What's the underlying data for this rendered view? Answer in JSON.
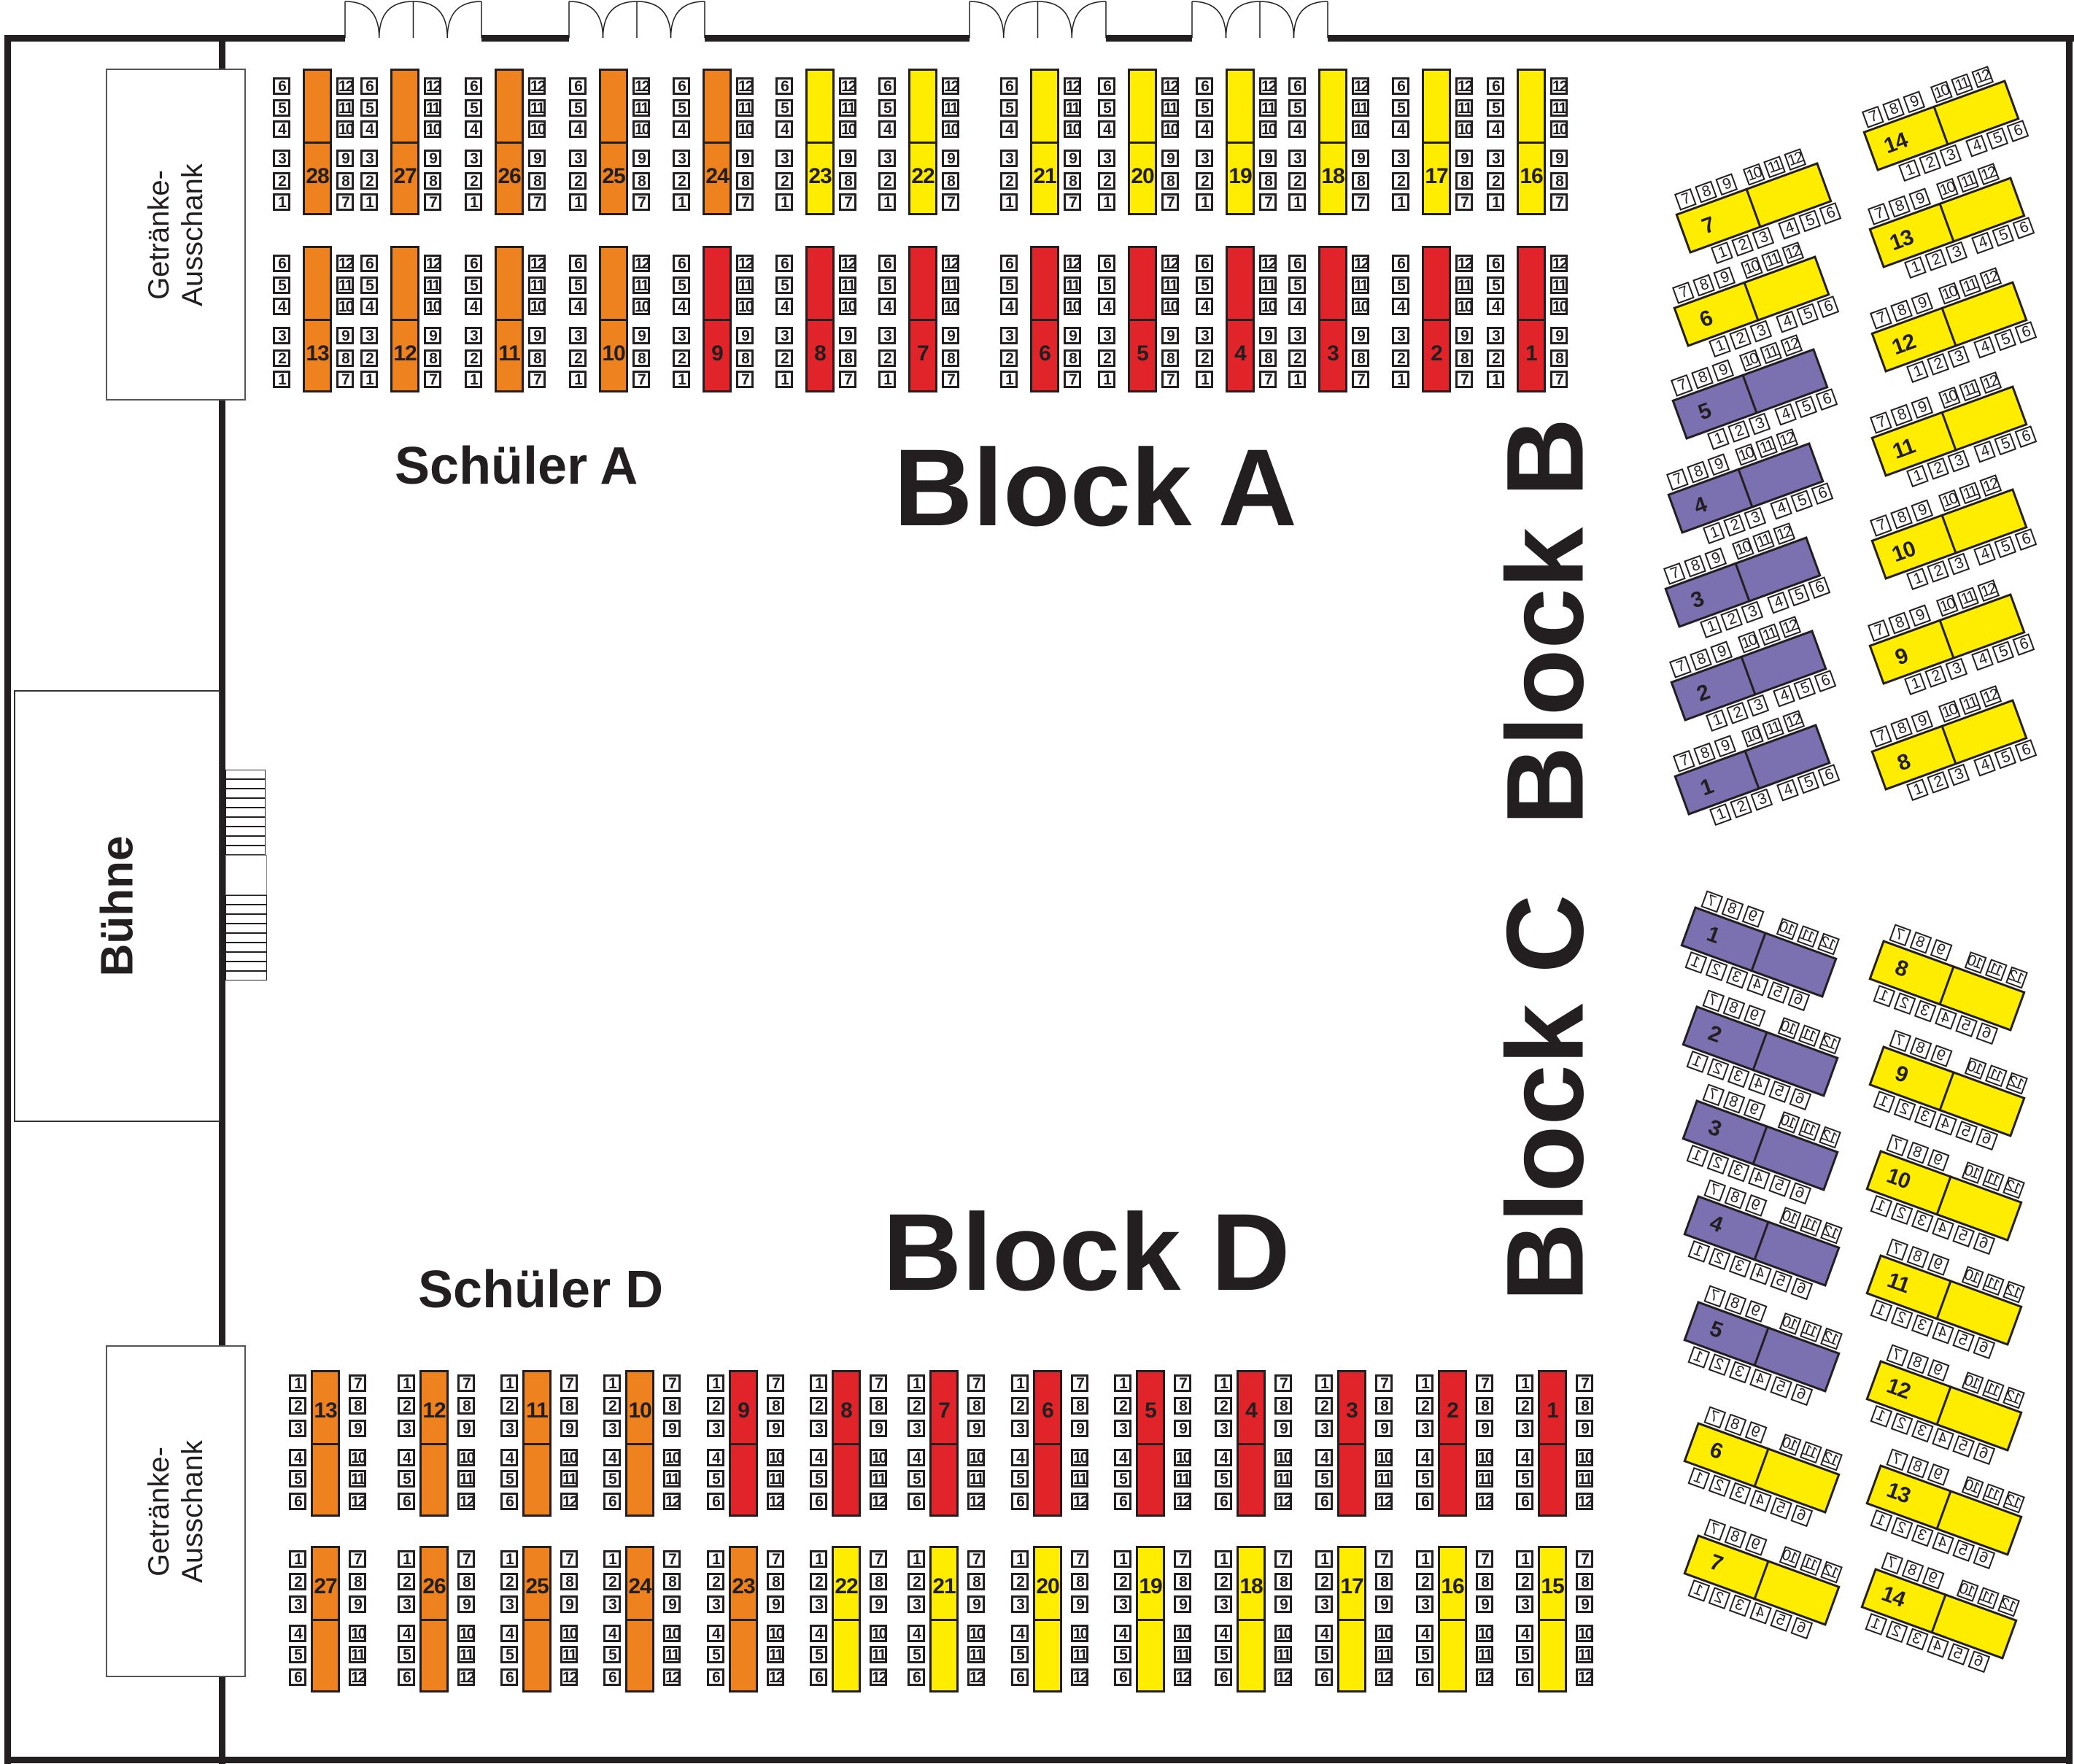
{
  "labels": {
    "block_a": "Block A",
    "block_b": "Block B",
    "block_c": "Block C",
    "block_d": "Block D",
    "schueler_a": "Schüler A",
    "schueler_d": "Schüler D",
    "stage": "Bühne",
    "bar_line1": "Getränke-",
    "bar_line2": "Ausschank"
  },
  "colors": {
    "orange": "#ee821f",
    "yellow": "#ffed00",
    "red": "#e1242a",
    "purple": "#7b70b0",
    "line": "#231f20"
  },
  "seats": [
    "1",
    "2",
    "3",
    "4",
    "5",
    "6",
    "7",
    "8",
    "9",
    "10",
    "11",
    "12"
  ],
  "block_a": {
    "rows": [
      {
        "tables": [
          {
            "n": "28",
            "color": "orange"
          },
          {
            "n": "27",
            "color": "orange"
          },
          {
            "n": "26",
            "color": "orange"
          },
          {
            "n": "25",
            "color": "orange"
          },
          {
            "n": "24",
            "color": "orange"
          },
          {
            "n": "23",
            "color": "yellow"
          },
          {
            "n": "22",
            "color": "yellow"
          },
          {
            "n": "21",
            "color": "yellow"
          },
          {
            "n": "20",
            "color": "yellow"
          },
          {
            "n": "19",
            "color": "yellow"
          },
          {
            "n": "18",
            "color": "yellow"
          },
          {
            "n": "17",
            "color": "yellow"
          },
          {
            "n": "16",
            "color": "yellow"
          }
        ]
      },
      {
        "tables": [
          {
            "n": "13",
            "color": "orange"
          },
          {
            "n": "12",
            "color": "orange"
          },
          {
            "n": "11",
            "color": "orange"
          },
          {
            "n": "10",
            "color": "orange"
          },
          {
            "n": "9",
            "color": "red"
          },
          {
            "n": "8",
            "color": "red"
          },
          {
            "n": "7",
            "color": "red"
          },
          {
            "n": "6",
            "color": "red"
          },
          {
            "n": "5",
            "color": "red"
          },
          {
            "n": "4",
            "color": "red"
          },
          {
            "n": "3",
            "color": "red"
          },
          {
            "n": "2",
            "color": "red"
          },
          {
            "n": "1",
            "color": "red"
          }
        ]
      }
    ]
  },
  "block_d": {
    "rows": [
      {
        "tables": [
          {
            "n": "13",
            "color": "orange"
          },
          {
            "n": "12",
            "color": "orange"
          },
          {
            "n": "11",
            "color": "orange"
          },
          {
            "n": "10",
            "color": "orange"
          },
          {
            "n": "9",
            "color": "red"
          },
          {
            "n": "8",
            "color": "red"
          },
          {
            "n": "7",
            "color": "red"
          },
          {
            "n": "6",
            "color": "red"
          },
          {
            "n": "5",
            "color": "red"
          },
          {
            "n": "4",
            "color": "red"
          },
          {
            "n": "3",
            "color": "red"
          },
          {
            "n": "2",
            "color": "red"
          },
          {
            "n": "1",
            "color": "red"
          }
        ]
      },
      {
        "tables": [
          {
            "n": "27",
            "color": "orange"
          },
          {
            "n": "26",
            "color": "orange"
          },
          {
            "n": "25",
            "color": "orange"
          },
          {
            "n": "24",
            "color": "orange"
          },
          {
            "n": "23",
            "color": "orange"
          },
          {
            "n": "22",
            "color": "yellow"
          },
          {
            "n": "21",
            "color": "yellow"
          },
          {
            "n": "20",
            "color": "yellow"
          },
          {
            "n": "19",
            "color": "yellow"
          },
          {
            "n": "18",
            "color": "yellow"
          },
          {
            "n": "17",
            "color": "yellow"
          },
          {
            "n": "16",
            "color": "yellow"
          },
          {
            "n": "15",
            "color": "yellow"
          }
        ]
      }
    ]
  },
  "block_b": {
    "columns": [
      {
        "tables": [
          {
            "n": "7",
            "color": "yellow"
          },
          {
            "n": "6",
            "color": "yellow"
          },
          {
            "n": "5",
            "color": "purple"
          },
          {
            "n": "4",
            "color": "purple"
          },
          {
            "n": "3",
            "color": "purple"
          },
          {
            "n": "2",
            "color": "purple"
          },
          {
            "n": "1",
            "color": "purple"
          }
        ]
      },
      {
        "tables": [
          {
            "n": "14",
            "color": "yellow"
          },
          {
            "n": "13",
            "color": "yellow"
          },
          {
            "n": "12",
            "color": "yellow"
          },
          {
            "n": "11",
            "color": "yellow"
          },
          {
            "n": "10",
            "color": "yellow"
          },
          {
            "n": "9",
            "color": "yellow"
          },
          {
            "n": "8",
            "color": "yellow"
          }
        ]
      }
    ]
  },
  "block_c": {
    "columns": [
      {
        "tables": [
          {
            "n": "1",
            "color": "purple"
          },
          {
            "n": "2",
            "color": "purple"
          },
          {
            "n": "3",
            "color": "purple"
          },
          {
            "n": "4",
            "color": "purple"
          },
          {
            "n": "5",
            "color": "purple"
          },
          {
            "n": "6",
            "color": "yellow"
          },
          {
            "n": "7",
            "color": "yellow"
          }
        ]
      },
      {
        "tables": [
          {
            "n": "8",
            "color": "yellow"
          },
          {
            "n": "9",
            "color": "yellow"
          },
          {
            "n": "10",
            "color": "yellow"
          },
          {
            "n": "11",
            "color": "yellow"
          },
          {
            "n": "12",
            "color": "yellow"
          },
          {
            "n": "13",
            "color": "yellow"
          },
          {
            "n": "14",
            "color": "yellow"
          }
        ]
      }
    ]
  }
}
